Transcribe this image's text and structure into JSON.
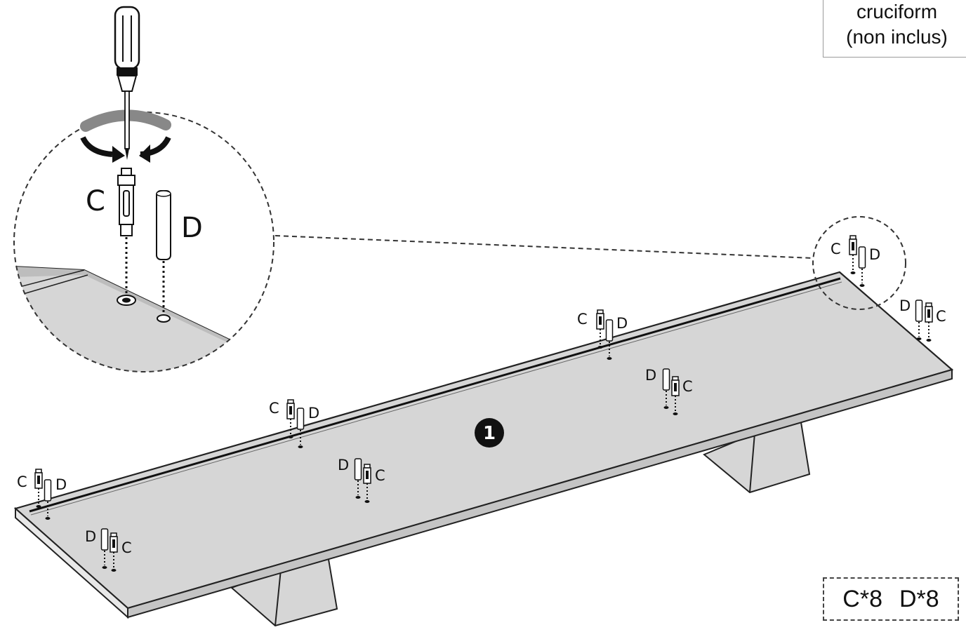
{
  "tool_note": {
    "line1": "cruciform",
    "line2": "(non inclus)"
  },
  "quantities": {
    "c": "C*8",
    "d": "D*8"
  },
  "step_number": "1",
  "detail_labels": {
    "c": "C",
    "d": "D"
  },
  "part_labels": {
    "c": "C",
    "d": "D"
  },
  "colors": {
    "board": "#d6d6d6",
    "outline": "#222222",
    "step_badge": "#111111"
  }
}
